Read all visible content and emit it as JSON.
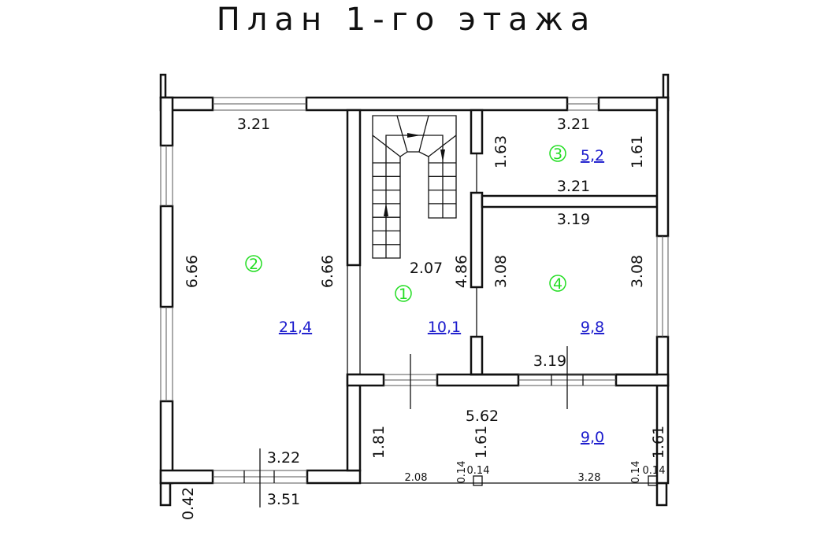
{
  "title": "План 1-го этажа",
  "colors": {
    "room_number": "#22dd22",
    "area": "#1a1acc",
    "lines": "#111111"
  },
  "rooms": [
    {
      "number": "1",
      "area": "10,1"
    },
    {
      "number": "2",
      "area": "21,4"
    },
    {
      "number": "3",
      "area": "5,2"
    },
    {
      "number": "4",
      "area": "9,8"
    },
    {
      "number": "",
      "area": "9,0"
    }
  ],
  "dims": [
    "3.21",
    "6.66",
    "6.66",
    "3.22",
    "3.51",
    "0.42",
    "2.07",
    "4.86",
    "3.21",
    "1.63",
    "1.61",
    "3.21",
    "3.19",
    "3.08",
    "3.08",
    "3.19",
    "5.62",
    "1.81",
    "1.61",
    "1.61",
    "2.08",
    "0.14",
    "0.14",
    "3.28",
    "0.14",
    "0.14"
  ]
}
